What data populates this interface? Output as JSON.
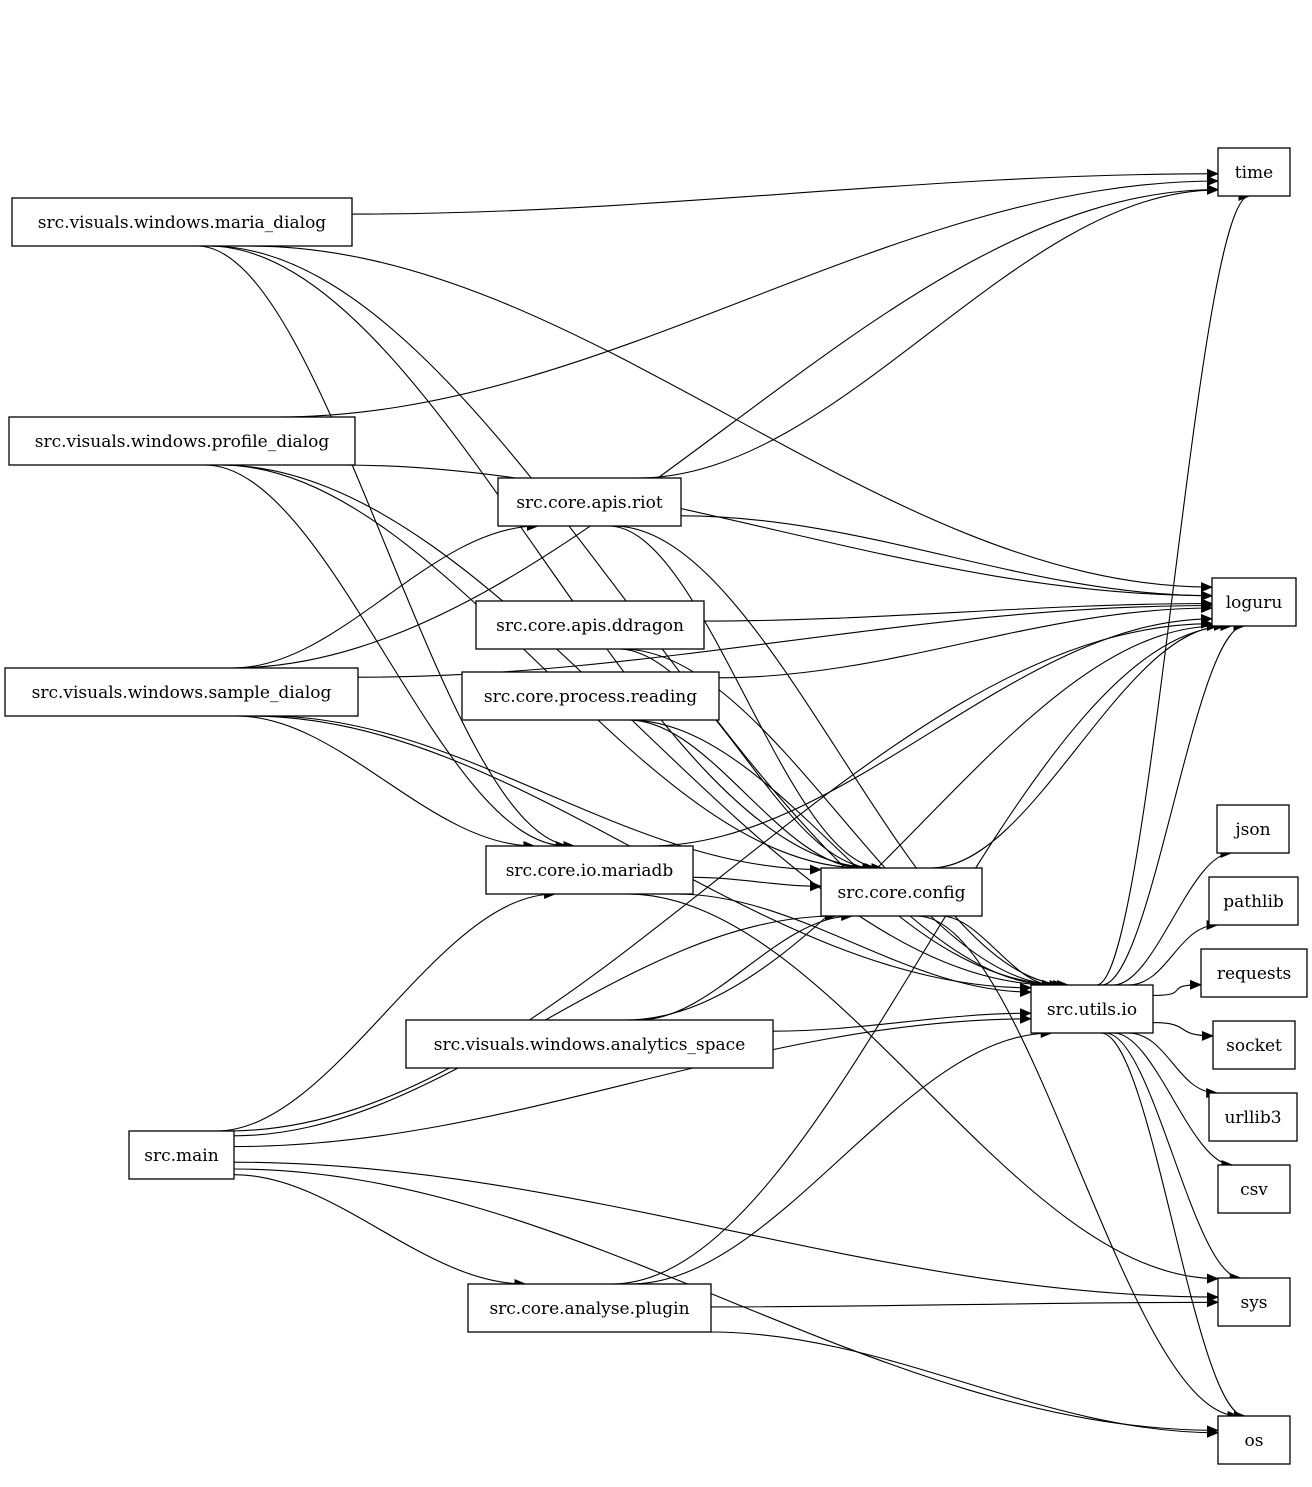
{
  "graph": {
    "type": "directed-dependency-graph",
    "nodes": [
      {
        "id": "maria",
        "label": "src.visuals.windows.maria_dialog"
      },
      {
        "id": "profile",
        "label": "src.visuals.windows.profile_dialog"
      },
      {
        "id": "sample",
        "label": "src.visuals.windows.sample_dialog"
      },
      {
        "id": "main",
        "label": "src.main"
      },
      {
        "id": "riot",
        "label": "src.core.apis.riot"
      },
      {
        "id": "ddragon",
        "label": "src.core.apis.ddragon"
      },
      {
        "id": "reading",
        "label": "src.core.process.reading"
      },
      {
        "id": "mariadb",
        "label": "src.core.io.mariadb"
      },
      {
        "id": "analytics",
        "label": "src.visuals.windows.analytics_space"
      },
      {
        "id": "plugin",
        "label": "src.core.analyse.plugin"
      },
      {
        "id": "config",
        "label": "src.core.config"
      },
      {
        "id": "utilsio",
        "label": "src.utils.io"
      },
      {
        "id": "time",
        "label": "time"
      },
      {
        "id": "loguru",
        "label": "loguru"
      },
      {
        "id": "json",
        "label": "json"
      },
      {
        "id": "pathlib",
        "label": "pathlib"
      },
      {
        "id": "requests",
        "label": "requests"
      },
      {
        "id": "socket",
        "label": "socket"
      },
      {
        "id": "urllib3",
        "label": "urllib3"
      },
      {
        "id": "csv",
        "label": "csv"
      },
      {
        "id": "sys",
        "label": "sys"
      },
      {
        "id": "os",
        "label": "os"
      }
    ],
    "edges": [
      {
        "from": "maria",
        "to": "time"
      },
      {
        "from": "maria",
        "to": "loguru"
      },
      {
        "from": "maria",
        "to": "utilsio"
      },
      {
        "from": "maria",
        "to": "mariadb"
      },
      {
        "from": "maria",
        "to": "config"
      },
      {
        "from": "profile",
        "to": "time"
      },
      {
        "from": "profile",
        "to": "loguru"
      },
      {
        "from": "profile",
        "to": "utilsio"
      },
      {
        "from": "profile",
        "to": "mariadb"
      },
      {
        "from": "profile",
        "to": "config"
      },
      {
        "from": "sample",
        "to": "time"
      },
      {
        "from": "sample",
        "to": "loguru"
      },
      {
        "from": "sample",
        "to": "riot"
      },
      {
        "from": "sample",
        "to": "mariadb"
      },
      {
        "from": "sample",
        "to": "config"
      },
      {
        "from": "sample",
        "to": "utilsio"
      },
      {
        "from": "riot",
        "to": "time"
      },
      {
        "from": "riot",
        "to": "loguru"
      },
      {
        "from": "riot",
        "to": "config"
      },
      {
        "from": "riot",
        "to": "utilsio"
      },
      {
        "from": "ddragon",
        "to": "loguru"
      },
      {
        "from": "ddragon",
        "to": "config"
      },
      {
        "from": "ddragon",
        "to": "utilsio"
      },
      {
        "from": "reading",
        "to": "loguru"
      },
      {
        "from": "reading",
        "to": "config"
      },
      {
        "from": "reading",
        "to": "utilsio"
      },
      {
        "from": "mariadb",
        "to": "loguru"
      },
      {
        "from": "mariadb",
        "to": "config"
      },
      {
        "from": "mariadb",
        "to": "utilsio"
      },
      {
        "from": "mariadb",
        "to": "sys"
      },
      {
        "from": "config",
        "to": "loguru"
      },
      {
        "from": "config",
        "to": "utilsio"
      },
      {
        "from": "config",
        "to": "os"
      },
      {
        "from": "analytics",
        "to": "config"
      },
      {
        "from": "analytics",
        "to": "utilsio"
      },
      {
        "from": "analytics",
        "to": "loguru"
      },
      {
        "from": "main",
        "to": "loguru"
      },
      {
        "from": "main",
        "to": "mariadb"
      },
      {
        "from": "main",
        "to": "config"
      },
      {
        "from": "main",
        "to": "utilsio"
      },
      {
        "from": "main",
        "to": "plugin"
      },
      {
        "from": "main",
        "to": "sys"
      },
      {
        "from": "main",
        "to": "os"
      },
      {
        "from": "plugin",
        "to": "utilsio"
      },
      {
        "from": "plugin",
        "to": "loguru"
      },
      {
        "from": "plugin",
        "to": "sys"
      },
      {
        "from": "plugin",
        "to": "os"
      },
      {
        "from": "utilsio",
        "to": "time"
      },
      {
        "from": "utilsio",
        "to": "loguru"
      },
      {
        "from": "utilsio",
        "to": "json"
      },
      {
        "from": "utilsio",
        "to": "pathlib"
      },
      {
        "from": "utilsio",
        "to": "requests"
      },
      {
        "from": "utilsio",
        "to": "socket"
      },
      {
        "from": "utilsio",
        "to": "urllib3"
      },
      {
        "from": "utilsio",
        "to": "csv"
      },
      {
        "from": "utilsio",
        "to": "sys"
      },
      {
        "from": "utilsio",
        "to": "os"
      }
    ]
  }
}
